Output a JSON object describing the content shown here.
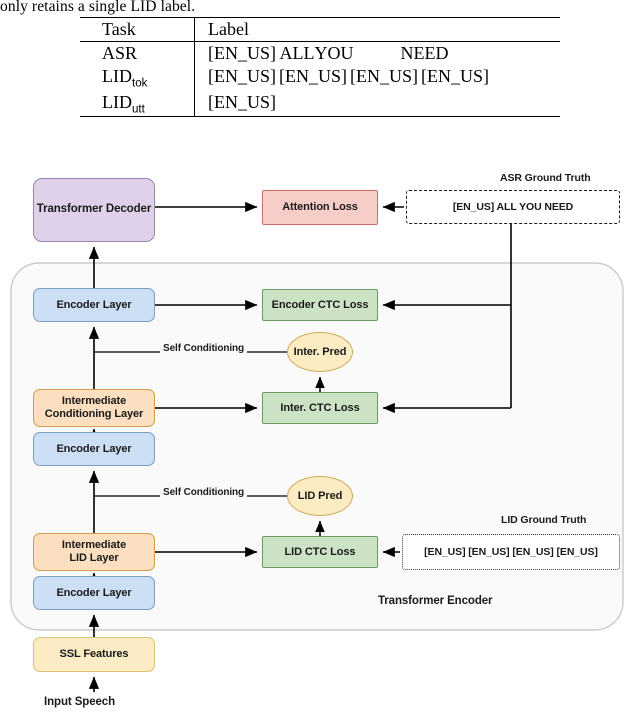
{
  "caption": {
    "text": "only retains a single LID label."
  },
  "table": {
    "headers": [
      "Task",
      "Label"
    ],
    "rows": [
      {
        "task": "ASR",
        "task_sub": "",
        "label_tokens": [
          "[EN_US] ALL",
          "YOU",
          "NEED"
        ]
      },
      {
        "task": "LID",
        "task_sub": "tok",
        "label_tokens": [
          "[EN_US]",
          "[EN_US]",
          "[EN_US]",
          "[EN_US]"
        ]
      },
      {
        "task": "LID",
        "task_sub": "utt",
        "label_tokens": [
          "[EN_US]"
        ]
      }
    ]
  },
  "diagram": {
    "nodes": {
      "transformer_decoder": "Transformer Decoder",
      "attention_loss": "Attention Loss",
      "encoder_layer_top": "Encoder Layer",
      "encoder_layer_mid": "Encoder Layer",
      "encoder_layer_bottom": "Encoder Layer",
      "intermediate_conditioning_layer": "Intermediate\nConditioning Layer",
      "intermediate_conditioning_layer_l1": "Intermediate",
      "intermediate_conditioning_layer_l2": "Conditioning Layer",
      "intermediate_lid_layer_l1": "Intermediate",
      "intermediate_lid_layer_l2": "LID Layer",
      "ssl_features": "SSL Features",
      "encoder_ctc_loss": "Encoder CTC Loss",
      "inter_ctc_loss": "Inter. CTC Loss",
      "lid_ctc_loss": "LID CTC Loss",
      "inter_pred": "Inter. Pred",
      "lid_pred": "LID Pred"
    },
    "ground_truth": {
      "asr_title": "ASR Ground Truth",
      "asr_value": "[EN_US] ALL YOU NEED",
      "lid_title": "LID Ground Truth",
      "lid_value": "[EN_US] [EN_US] [EN_US] [EN_US]"
    },
    "labels": {
      "self_conditioning_upper": "Self Conditioning",
      "self_conditioning_lower": "Self Conditioning",
      "transformer_encoder": "Transformer Encoder",
      "input_speech": "Input Speech"
    },
    "colors": {
      "decoder_fill": "#e0d1ea",
      "decoder_stroke": "#9a86ab",
      "attention_loss_fill": "#f7cdc8",
      "attention_loss_stroke": "#c9706a",
      "encoder_layer_fill": "#cddff5",
      "encoder_layer_stroke": "#7d9dc4",
      "intermediate_layer_fill": "#fbdfc0",
      "intermediate_layer_stroke": "#d89b46",
      "ctc_loss_fill": "#cbe3c4",
      "ctc_loss_stroke": "#6a9c63",
      "pred_fill": "#fbecc3",
      "pred_stroke": "#cfa85a",
      "ssl_fill": "#fcecc5",
      "ssl_stroke": "#e0c276",
      "container_fill": "#fafafa",
      "container_stroke": "#cccccc",
      "arrow": "#000000"
    }
  }
}
